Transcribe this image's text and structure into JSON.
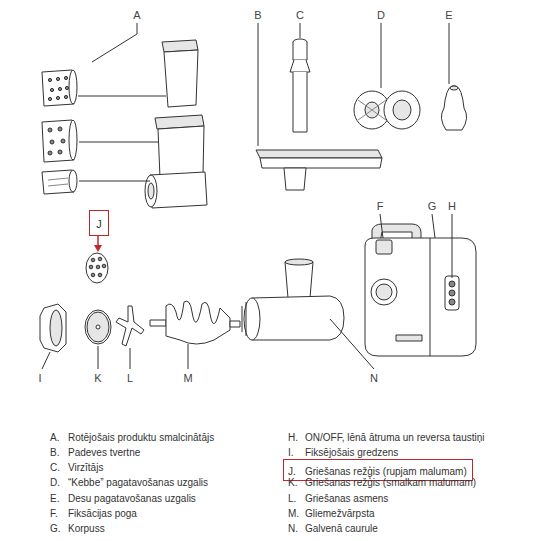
{
  "diagram": {
    "nodes": [
      {
        "text": [
          "J"
        ]
      },
      {
        "text": [
          "J.",
          "Griešanas režģis (rupjam malumam)"
        ]
      }
    ],
    "labels": [
      "A",
      "B",
      "C",
      "D",
      "E",
      "F",
      "G",
      "H",
      "I",
      "K",
      "L",
      "M",
      "N",
      "A.",
      "Rotējošais produktu smalcinātājs",
      "B.",
      "Padeves tvertne",
      "C.",
      "Virzītājs",
      "D.",
      "“Kebbe” pagatavošanas uzgalis",
      "E.",
      "Desu pagatavošanas uzgalis",
      "F.",
      "Fiksācijas poga",
      "G.",
      "Korpuss",
      "H.",
      "ON/OFF, lēnā ātruma un reversa taustiņi",
      "I.",
      "Fiksējošais gredzens",
      "K.",
      "Griešanas režģis (smalkam malumam)",
      "L.",
      "Griešanas asmens",
      "M.",
      "Gliemežvārpsta",
      "N.",
      "Galvenā caurule"
    ]
  }
}
